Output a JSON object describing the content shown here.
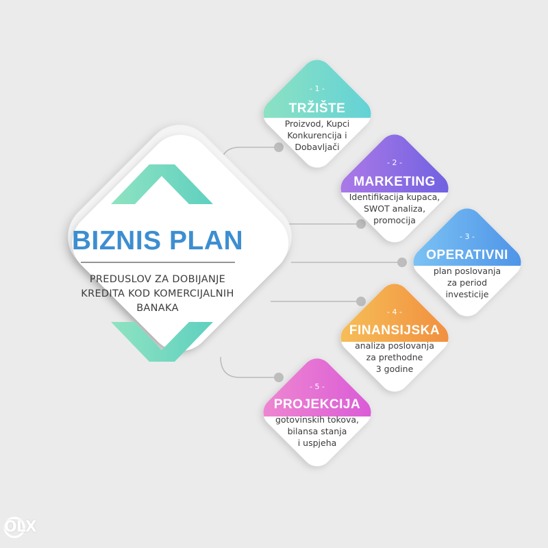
{
  "main": {
    "title": "BIZNIS PLAN",
    "subtitle_lines": [
      "PREDUSLOV ZA DOBIJANJE",
      "KREDITA KOD KOMERCIJALNIH",
      "BANAKA"
    ]
  },
  "steps": [
    {
      "number": "- 1 -",
      "title": "TRŽIŠTE",
      "lines": [
        "Proizvod, Kupci",
        "Konkurencija i",
        "Dobavljači"
      ],
      "color_a": "#8fe3c1",
      "color_b": "#5fd0d8"
    },
    {
      "number": "- 2 -",
      "title": "MARKETING",
      "lines": [
        "Identifikacija kupaca,",
        "SWOT analiza,",
        "promocija"
      ],
      "color_a": "#b07be8",
      "color_b": "#6a5fe0"
    },
    {
      "number": "- 3 -",
      "title": "OPERATIVNI",
      "lines": [
        "plan poslovanja",
        "za period",
        "investicije"
      ],
      "color_a": "#7fc6f5",
      "color_b": "#4a8fe6"
    },
    {
      "number": "- 4 -",
      "title": "FINANSIJSKA",
      "lines": [
        "analiza poslovanja",
        "za prethodne",
        "3 godine"
      ],
      "color_a": "#f7c25a",
      "color_b": "#f08a3c"
    },
    {
      "number": "- 5 -",
      "title": "PROJEKCIJA",
      "lines": [
        "gotovinskih tokova,",
        "bilansa stanja",
        "i uspjeha"
      ],
      "color_a": "#f08ad0",
      "color_b": "#d857d8"
    }
  ],
  "watermark": "OLX",
  "colors": {
    "background": "#ebebeb",
    "title_blue": "#3d8ed0",
    "chevron_a": "#8fe3c1",
    "chevron_b": "#5fd0c0",
    "connector": "#b9b9b9"
  }
}
